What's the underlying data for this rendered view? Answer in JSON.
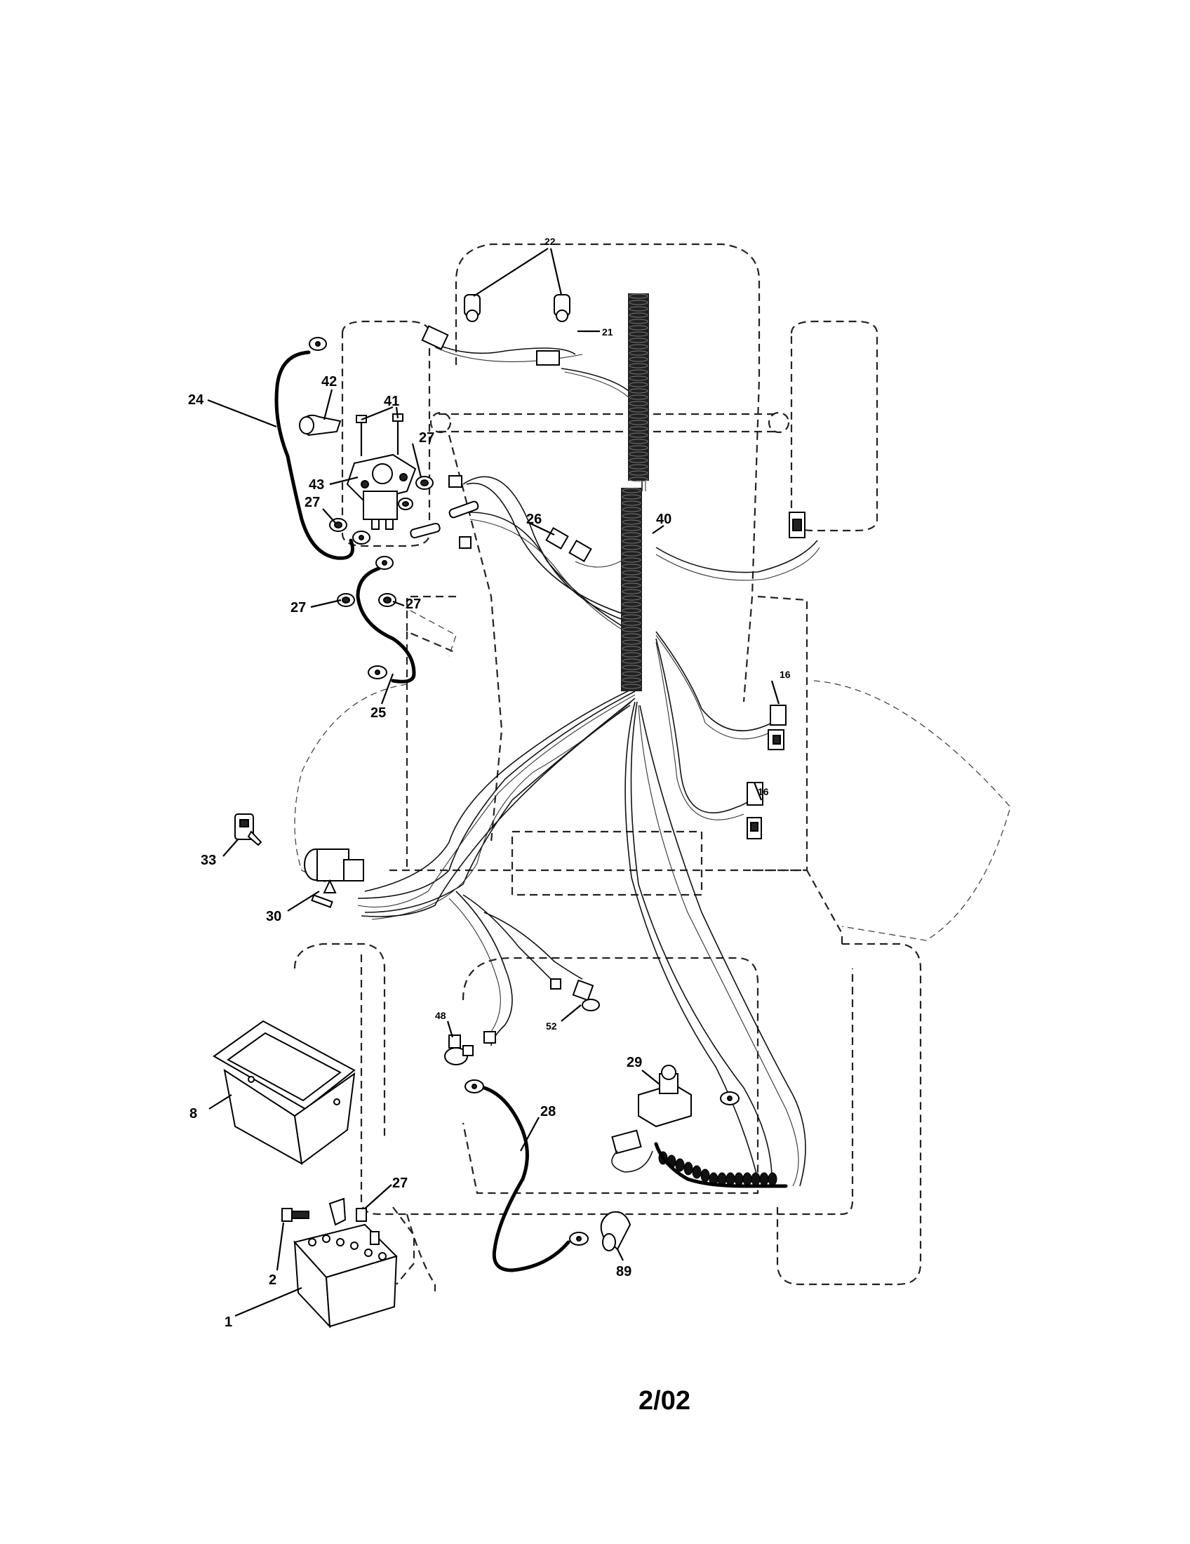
{
  "diagram": {
    "callouts": {
      "c22": "22",
      "c21": "21",
      "c24": "24",
      "c42": "42",
      "c41": "41",
      "c43": "43",
      "c27a": "27",
      "c27b": "27",
      "c27c": "27",
      "c27d": "27",
      "c27e": "27",
      "c26": "26",
      "c40": "40",
      "c25": "25",
      "c16a": "16",
      "c16b": "16",
      "c33": "33",
      "c30": "30",
      "c48": "48",
      "c52": "52",
      "c29": "29",
      "c8": "8",
      "c28": "28",
      "c2": "2",
      "c1": "1",
      "c89": "89"
    },
    "date_code": "2/02"
  }
}
